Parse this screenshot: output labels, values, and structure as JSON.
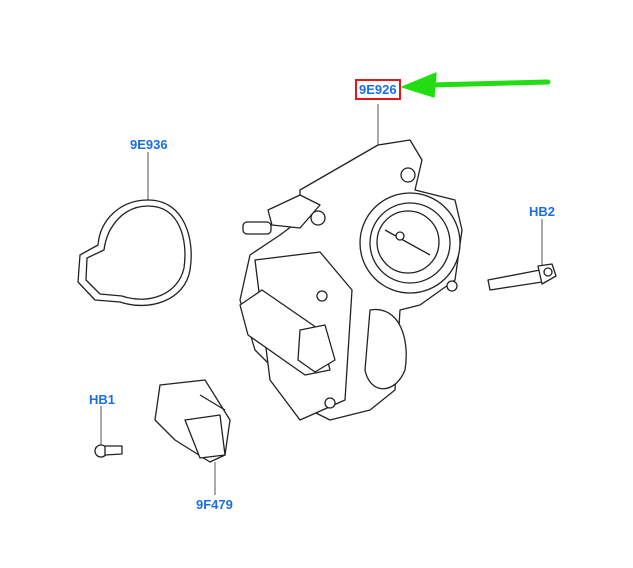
{
  "labels": {
    "throttle_body": "9E926",
    "gasket": "9E936",
    "bolt_hb2": "HB2",
    "bolt_hb1": "HB1",
    "sensor": "9F479"
  },
  "colors": {
    "label": "#1a6ee8",
    "highlight_box": "#e8141c",
    "arrow": "#22dd11"
  }
}
